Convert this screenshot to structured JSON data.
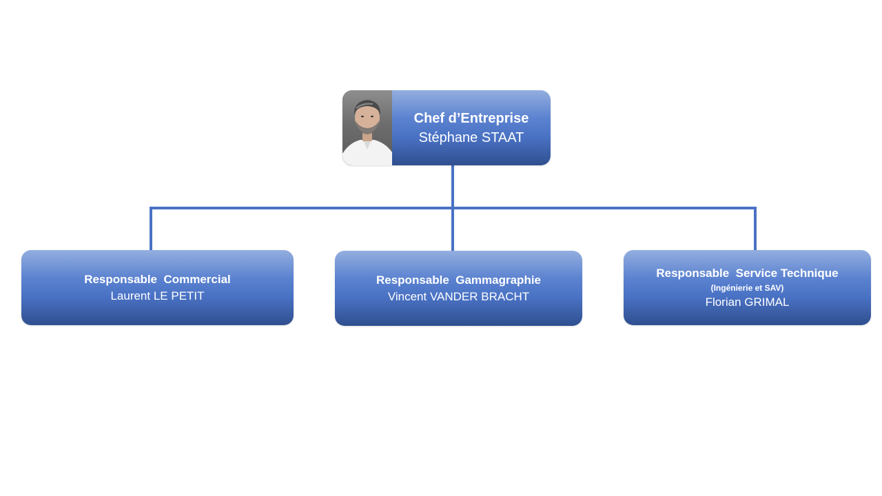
{
  "colors": {
    "node_top": "#93aedf",
    "node_bottom": "#2f4f8f",
    "connector": "#4a72c4",
    "text": "#ffffff"
  },
  "ceo": {
    "title": "Chef d’Entreprise",
    "name": "Stéphane STAAT",
    "photo_icon": "portrait-photo"
  },
  "reports": [
    {
      "title": "Responsable  Commercial",
      "name": "Laurent LE PETIT"
    },
    {
      "title": "Responsable  Gammagraphie",
      "name": "Vincent VANDER BRACHT"
    },
    {
      "title": "Responsable  Service Technique",
      "subtitle": "(Ingénierie et SAV)",
      "name": "Florian GRIMAL"
    }
  ]
}
